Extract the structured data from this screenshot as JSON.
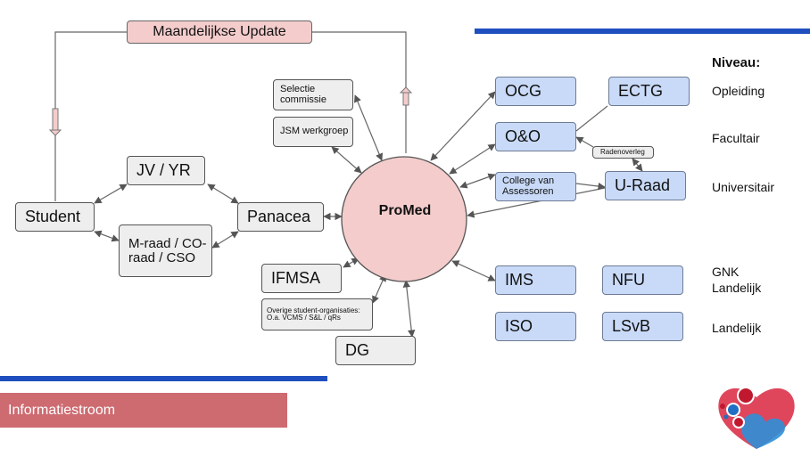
{
  "banner": {
    "update": "Maandelijkse Update",
    "footer": "Informatiestroom"
  },
  "center": {
    "label": "ProMed"
  },
  "nodes": {
    "student": "Student",
    "jv_yr": "JV / YR",
    "m_raad": "M-raad / CO-raad / CSO",
    "panacea": "Panacea",
    "selectie": "Selectie commissie",
    "jsm": "JSM werkgroep",
    "ifmsa": "IFMSA",
    "overige": "Overige student-organisaties: O.a. VCMS / S&L / qRs",
    "dg": "DG",
    "ocg": "OCG",
    "ectg": "ECTG",
    "oo": "O&O",
    "radenoverleg": "Radenoverleg",
    "college": "College van Assessoren",
    "u_raad": "U-Raad",
    "ims": "IMS",
    "nfu": "NFU",
    "iso": "ISO",
    "lsvb": "LSvB"
  },
  "levels": {
    "heading": "Niveau:",
    "opleiding": "Opleiding",
    "facultair": "Facultair",
    "universitair": "Universitair",
    "gnk": "GNK Landelijk",
    "landelijk": "Landelijk"
  },
  "colors": {
    "accent_blue": "#1f4fbf",
    "footer_red": "#cd6b71",
    "center_pink": "#f4cccc",
    "box_blue": "#c9daf8",
    "box_gray": "#eeeeee"
  },
  "logo": {
    "icon": "heart-logo-icon"
  }
}
